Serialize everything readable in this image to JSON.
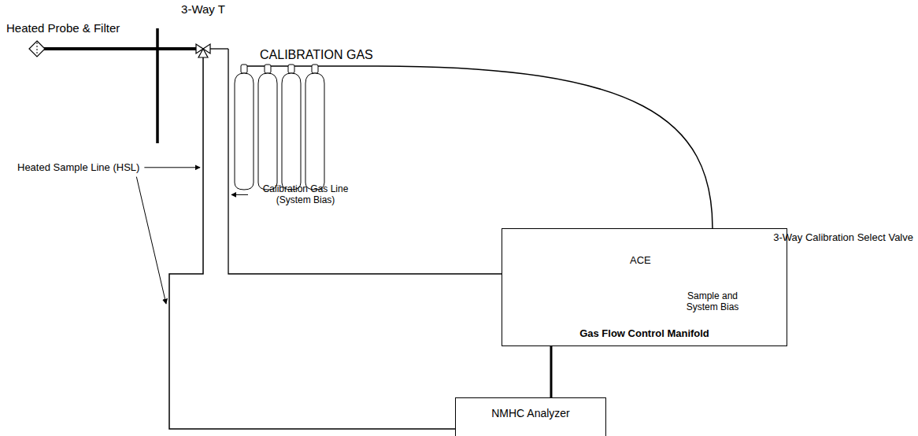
{
  "diagram": {
    "nodes": [
      {
        "text": [
          "3-Way T"
        ]
      },
      {
        "text": [
          "CALIBRATION GAS"
        ]
      },
      {
        "text": [
          "Gas Flow Control Manifold"
        ]
      },
      {
        "text": [
          "NMHC Analyzer"
        ]
      }
    ],
    "edges": [
      {
        "from": 0,
        "to": 3,
        "arrow": "none"
      },
      {
        "from": 2,
        "to": 0,
        "arrow": "none"
      },
      {
        "from": 1,
        "to": 2,
        "arrow": "none"
      },
      {
        "from": 2,
        "to": 3,
        "arrow": "none"
      }
    ],
    "labels": [
      "Heated Probe & Filter",
      "Heated Sample Line (HSL)",
      "Calibration Gas Line (System Bias)",
      "ACE",
      "Sample and System Bias",
      "3-Way Calibration Select Valve"
    ]
  }
}
